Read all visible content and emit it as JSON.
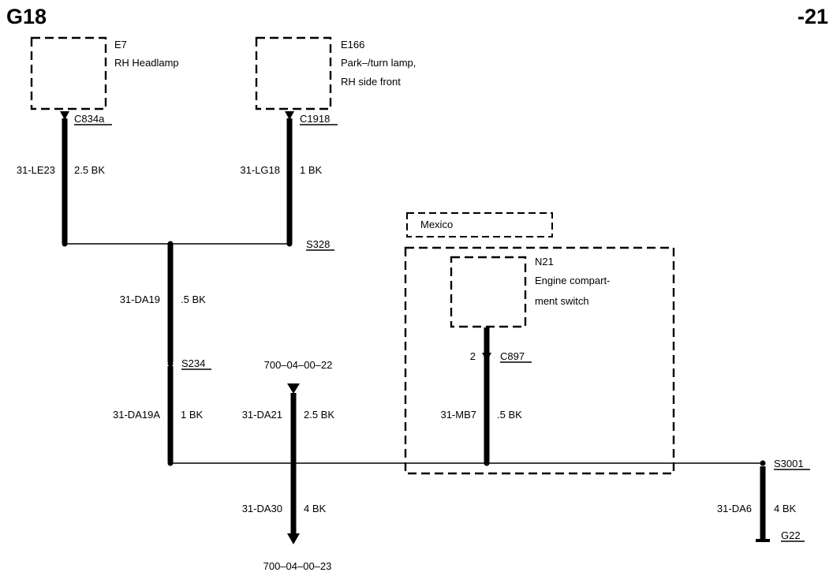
{
  "page": {
    "id": "G18",
    "number": "-21"
  },
  "components": {
    "e7": {
      "id": "E7",
      "desc": "RH Headlamp"
    },
    "e166": {
      "id": "E166",
      "desc_line1": "Park–/turn lamp,",
      "desc_line2": "RH side front"
    },
    "n21": {
      "id": "N21",
      "desc_line1": "Engine compart-",
      "desc_line2": "ment switch"
    }
  },
  "region": {
    "label": "Mexico"
  },
  "connectors": {
    "c834a": "C834a",
    "c1918": "C1918",
    "c897": "C897",
    "c897_pin": "2"
  },
  "splices": {
    "s328": "S328",
    "s234": "S234",
    "s3001": "S3001"
  },
  "ground": {
    "g22": "G22"
  },
  "page_refs": {
    "top": "700–04–00–22",
    "bottom": "700–04–00–23"
  },
  "wires": {
    "le23": {
      "circuit": "31-LE23",
      "spec": "2.5 BK"
    },
    "lg18": {
      "circuit": "31-LG18",
      "spec": "1 BK"
    },
    "da19": {
      "circuit": "31-DA19",
      "spec": ".5 BK"
    },
    "da19a": {
      "circuit": "31-DA19A",
      "spec": "1 BK"
    },
    "da21": {
      "circuit": "31-DA21",
      "spec": "2.5 BK"
    },
    "mb7": {
      "circuit": "31-MB7",
      "spec": ".5 BK"
    },
    "da30": {
      "circuit": "31-DA30",
      "spec": "4 BK"
    },
    "da6": {
      "circuit": "31-DA6",
      "spec": "4 BK"
    }
  }
}
